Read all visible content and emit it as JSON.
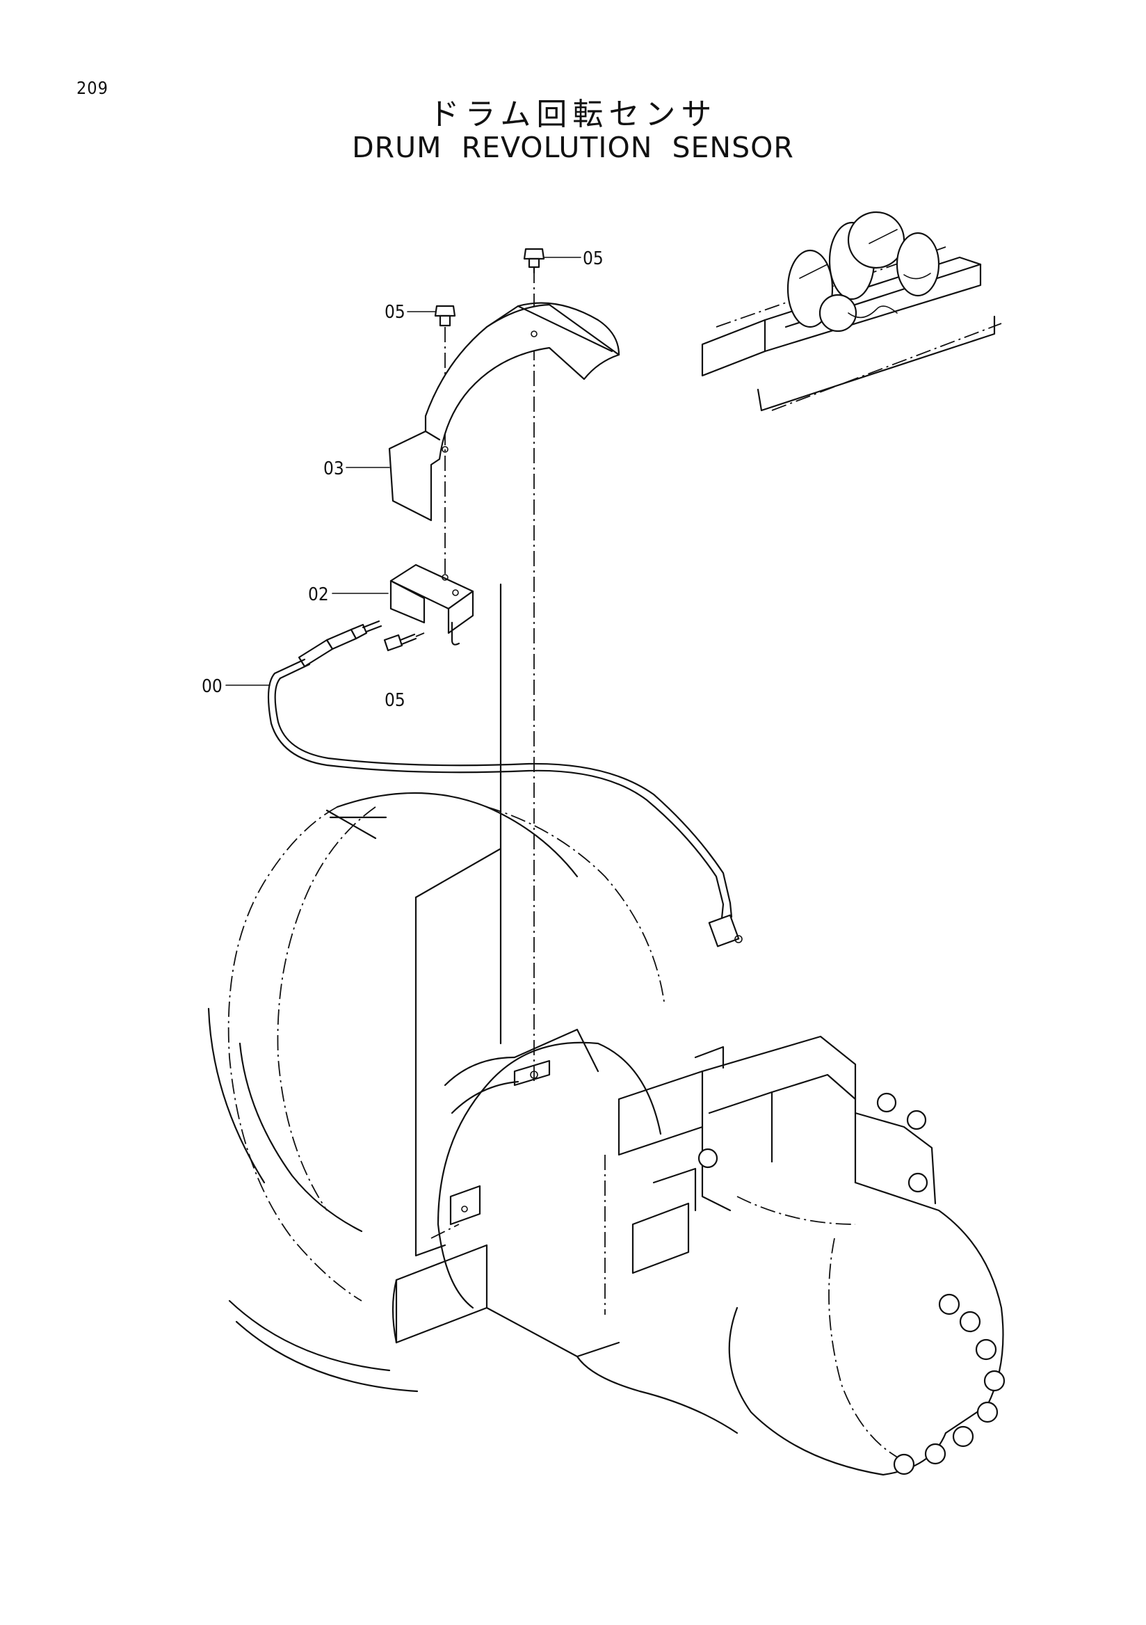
{
  "page_number": "209",
  "title_jp": "ドラム回転センサ",
  "title_en": "DRUM REVOLUTION SENSOR",
  "callouts": {
    "bolt_top": "05",
    "bolt_left": "05",
    "cover": "03",
    "bracket": "02",
    "sensor": "00",
    "bolt_lower": "05"
  }
}
